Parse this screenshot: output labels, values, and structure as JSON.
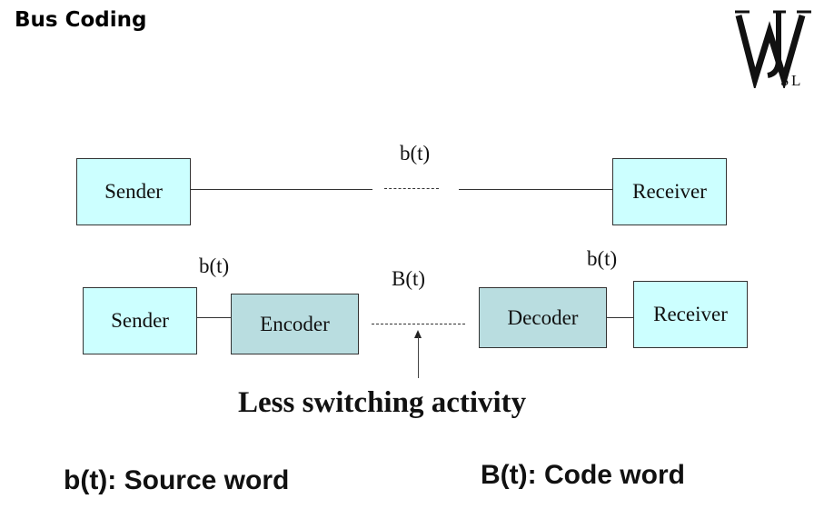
{
  "slide": {
    "title": "Bus Coding",
    "logo_icon": "wsl-monogram-logo",
    "logo_letters": [
      "W",
      "J",
      "S",
      "L"
    ]
  },
  "diagram": {
    "top_row": {
      "sender_label": "Sender",
      "receiver_label": "Receiver",
      "signal_label": "b(t)"
    },
    "bottom_row": {
      "sender_label": "Sender",
      "encoder_label": "Encoder",
      "decoder_label": "Decoder",
      "receiver_label": "Receiver",
      "left_signal_label": "b(t)",
      "bus_signal_label": "B(t)",
      "right_signal_label": "b(t)"
    },
    "annotation": "Less switching activity",
    "arrow_icon": "arrow-up-icon"
  },
  "legend": {
    "source": "b(t): Source word",
    "code": "B(t): Code word"
  },
  "colors": {
    "box_light": "#ccffff",
    "box_mid": "#b9dde0",
    "stroke": "#333333",
    "text": "#111111"
  }
}
